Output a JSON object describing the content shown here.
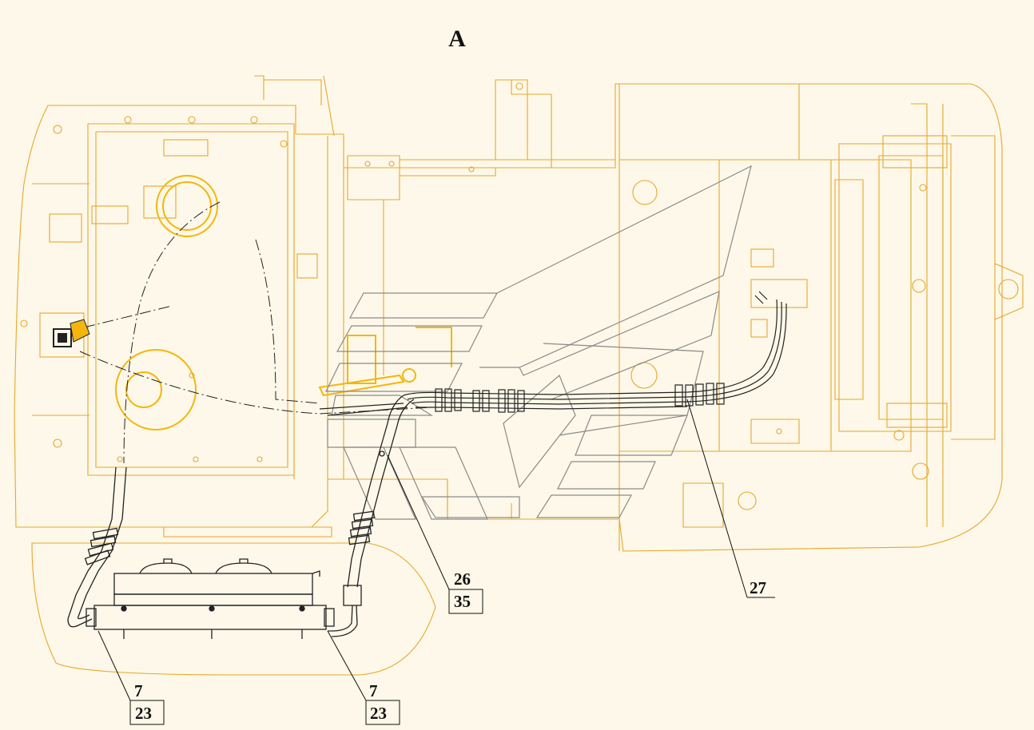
{
  "view_label": "A",
  "callouts": [
    {
      "id": "hose-left-a",
      "top": "7",
      "bottom": "23"
    },
    {
      "id": "hose-right-a",
      "top": "7",
      "bottom": "23"
    },
    {
      "id": "bundle-a",
      "top": "26",
      "bottom": "35"
    },
    {
      "id": "harness",
      "top": "27"
    }
  ],
  "colors": {
    "background": "#fdf8e9",
    "machine_outline": "#e8a72b",
    "highlight": "#f4b60d",
    "hose": "#222222",
    "leader": "#111111"
  }
}
